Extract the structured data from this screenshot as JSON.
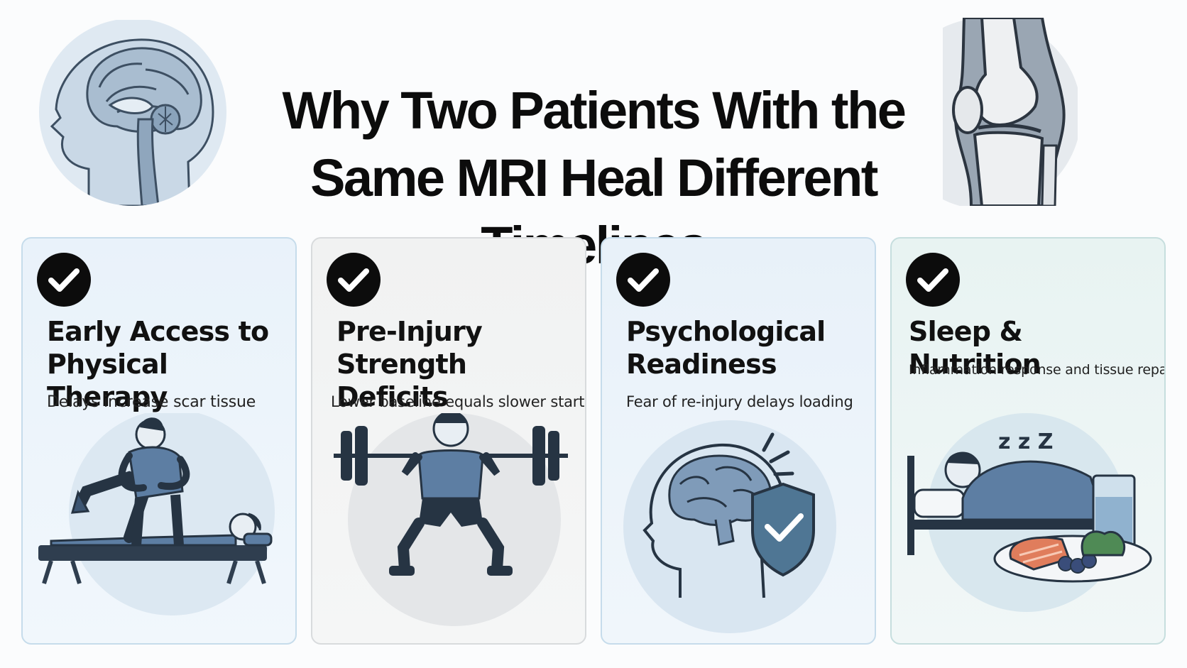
{
  "header": {
    "title_line1": "Why Two Patients With the",
    "title_line2": "Same MRI Heal Different Timelines",
    "left_image": "brain-mri-head-icon",
    "right_image": "knee-joint-icon"
  },
  "cards": [
    {
      "title_line1": "Early Access to",
      "title_line2": "Physical Therapy",
      "subtitle": "Delays increase scar tissue",
      "icon": "physical-therapy-icon"
    },
    {
      "title_line1": "Pre-Injury",
      "title_line2": "Strength Deficits",
      "subtitle": "Lower baseline equals slower start",
      "icon": "barbell-squat-icon"
    },
    {
      "title_line1": "Psychological",
      "title_line2": "Readiness",
      "subtitle": "Fear of re-injury delays loading",
      "icon": "brain-shield-icon"
    },
    {
      "title_line1": "Sleep & Nutrition",
      "title_line2": "",
      "subtitle": "Inflammation response and tissue repair",
      "icon": "sleep-food-icon",
      "sleep_text": "z z Z"
    }
  ],
  "colors": {
    "accent": "#4a6b8f",
    "accent_light": "#8fa9c4",
    "check_bg": "#0c0c0c",
    "card_border": "#c6dceb"
  }
}
